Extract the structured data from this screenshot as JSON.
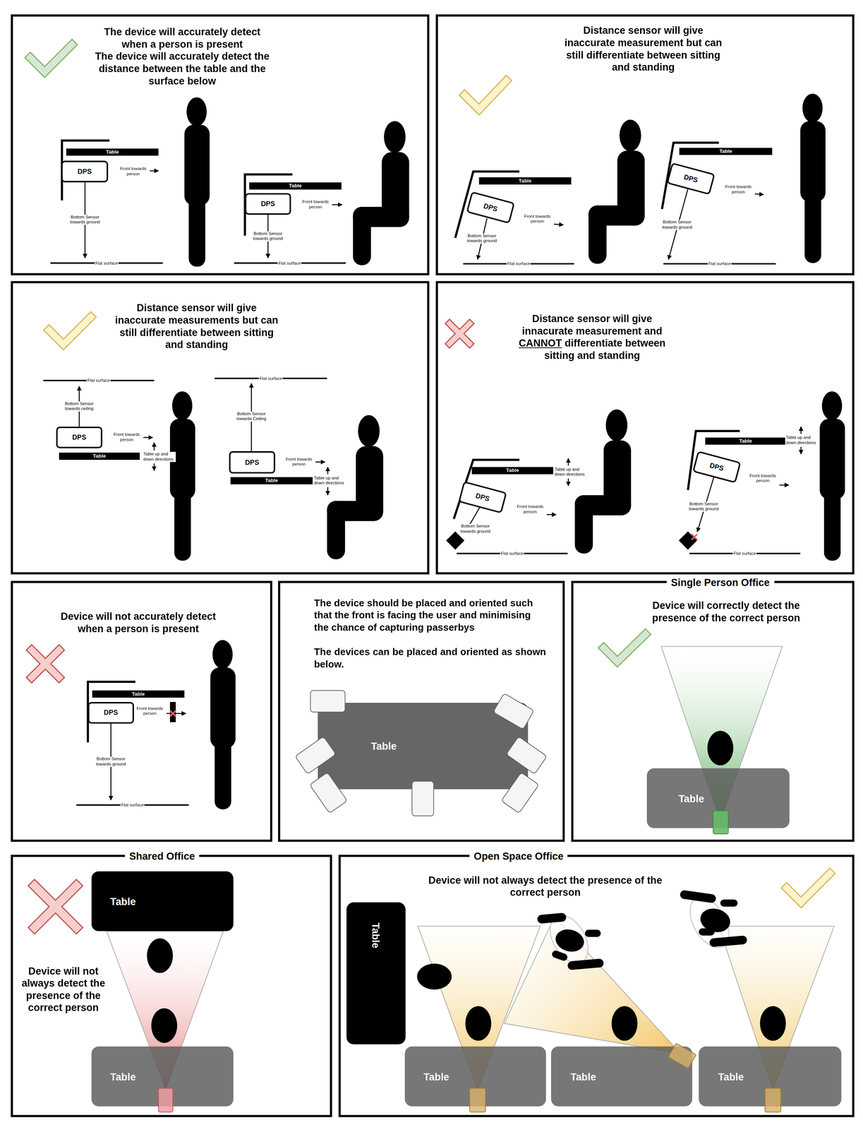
{
  "diagram": {
    "nodes": [
      {
        "text": [
          "The device will accurately detect when a person is present",
          "The device will accurately detect the distance between the table and the surface below"
        ]
      },
      {
        "text": [
          "Table"
        ],
        "in": 0
      },
      {
        "text": [
          "DPS"
        ],
        "in": 0
      },
      {
        "text": [
          "Table"
        ],
        "in": 0
      },
      {
        "text": [
          "DPS"
        ],
        "in": 0
      },
      {
        "text": [
          "Distance sensor will give inaccurate measurement but can still differentiate between sitting and standing"
        ]
      },
      {
        "text": [
          "Table"
        ],
        "in": 5
      },
      {
        "text": [
          "DPS"
        ],
        "in": 5
      },
      {
        "text": [
          "Table"
        ],
        "in": 5
      },
      {
        "text": [
          "DPS"
        ],
        "in": 5
      },
      {
        "text": [
          "Distance sensor will give inaccurate measurements but can still differentiate between sitting and standing"
        ]
      },
      {
        "text": [
          "DPS"
        ],
        "in": 10
      },
      {
        "text": [
          "Table"
        ],
        "in": 10
      },
      {
        "text": [
          "DPS"
        ],
        "in": 10
      },
      {
        "text": [
          "Table"
        ],
        "in": 10
      },
      {
        "text": [
          "Distance sensor will give innacurate measurement and CANNOT differentiate between sitting and standing"
        ]
      },
      {
        "text": [
          "Table"
        ],
        "in": 15
      },
      {
        "text": [
          "DPS"
        ],
        "in": 15
      },
      {
        "text": [
          "Table"
        ],
        "in": 15
      },
      {
        "text": [
          "DPS"
        ],
        "in": 15
      },
      {
        "text": [
          "Device will not accurately detect when a person is present"
        ]
      },
      {
        "text": [
          "Table"
        ],
        "in": 20
      },
      {
        "text": [
          "DPS"
        ],
        "in": 20
      },
      {
        "text": [
          "The device should be placed and oriented such that the front is facing the user and minimising the chance of capturing passerbys",
          "The devices can be placed and oriented as shown below."
        ]
      },
      {
        "text": [
          "Table"
        ],
        "in": 23
      },
      {
        "text": [
          "Single Person Office",
          "Device will correctly detect the presence of the correct person"
        ]
      },
      {
        "text": [
          "Table"
        ],
        "in": 25
      },
      {
        "text": [
          "Shared Office",
          "Device will not always detect the presence of the correct person"
        ]
      },
      {
        "text": [
          "Table"
        ],
        "in": 27
      },
      {
        "text": [
          "Table"
        ],
        "in": 27
      },
      {
        "text": [
          "Open Space Office",
          "Device will not always detect the presence of the correct person"
        ]
      },
      {
        "text": [
          "Table"
        ],
        "in": 30
      },
      {
        "text": [
          "Table"
        ],
        "in": 30
      },
      {
        "text": [
          "Table"
        ],
        "in": 30
      },
      {
        "text": [
          "Table"
        ],
        "in": 30
      }
    ],
    "labels": [
      "Front towards person",
      "Bottom Sensor towards ground",
      "Flat surface",
      "Front towards person",
      "Bottom Sensor towards ground",
      "Flat surface",
      "Front towards person",
      "Bottom Sensor towards ground",
      "Flat surface",
      "Front towards person",
      "Bottom Sensor towards ground",
      "Flat surface",
      "Flat surface",
      "Bottom Sensor towards ceiling",
      "Front towards person",
      "Table up and down directions",
      "Flat surface",
      "Bottom Sensor towards Ceiling",
      "Front towards person",
      "Table up and down directions",
      "Table up and down directions",
      "Front towards person",
      "Bottom Sensor towards ground",
      "Flat surface",
      "Table up and down directions",
      "Front towards person",
      "Bottom Sensor towards ground",
      "Flat surface",
      "Front towards person",
      "Bottom Sensor towards ground",
      "Flat surface"
    ]
  }
}
